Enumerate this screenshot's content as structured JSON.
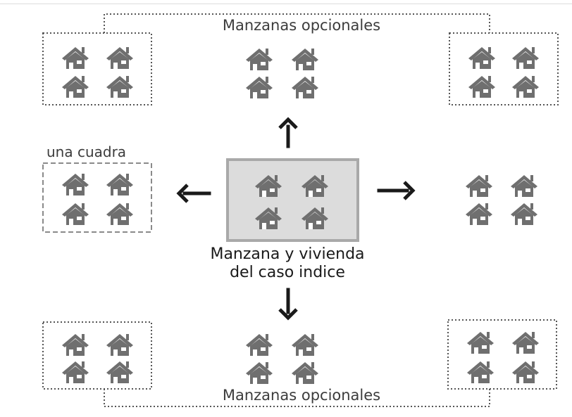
{
  "labels": {
    "optional_top": "Manzanas opcionales",
    "optional_bottom": "Manzanas opcionales",
    "una_cuadra": "una cuadra",
    "center_line1": "Manzana y vivienda",
    "center_line2": "del caso indice"
  },
  "icons": {
    "house": "house-icon",
    "arrow_up": "arrow-up-icon",
    "arrow_down": "arrow-down-icon",
    "arrow_left": "arrow-left-icon",
    "arrow_right": "arrow-right-icon"
  },
  "colors": {
    "house": "#6f6f6f",
    "center_fill": "#dcdcdc",
    "center_border": "#a9a9a9",
    "border_dotted": "#555555",
    "border_dashed": "#8a8a8a",
    "arrow": "#1a1a1a",
    "text": "#3c3c3c"
  }
}
